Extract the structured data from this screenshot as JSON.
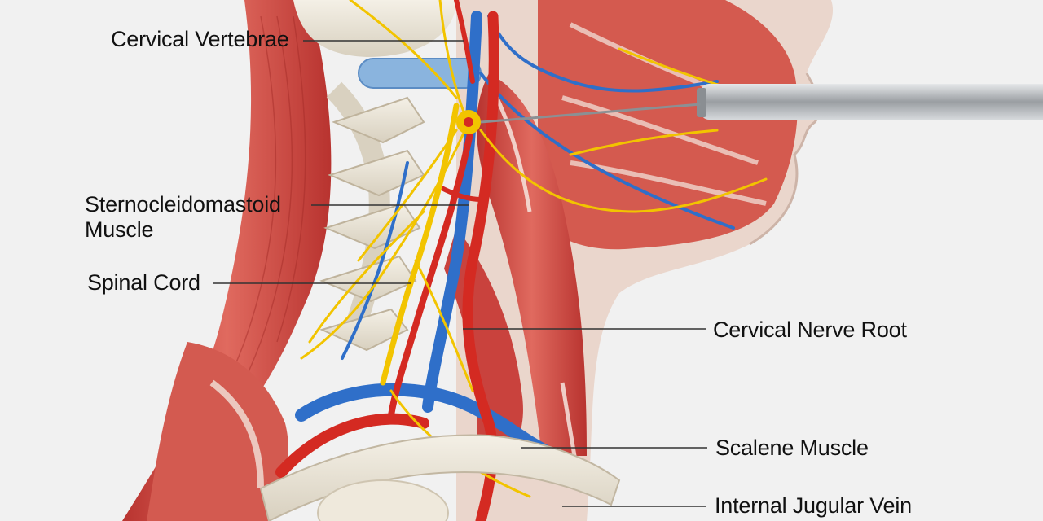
{
  "labels": {
    "cervical_vertebrae": "Cervical Vertebrae",
    "sternocleidomastoid": "Sternocleidomastoid Muscle",
    "spinal_cord": "Spinal Cord",
    "cervical_nerve_root": "Cervical Nerve Root",
    "scalene_muscle": "Scalene Muscle",
    "internal_jugular_vein": "Internal Jugular Vein"
  },
  "colors": {
    "background": "#f1f1f1",
    "muscle": "#cf4a44",
    "muscle_light": "#e88a80",
    "tendon": "#f2e6df",
    "bone": "#e9e3d6",
    "artery": "#d42a22",
    "vein": "#2f6fc9",
    "nerve": "#f2c400",
    "skin": "#ecd9d0",
    "instrument": "#a9adb0",
    "leader_line": "#333333"
  }
}
